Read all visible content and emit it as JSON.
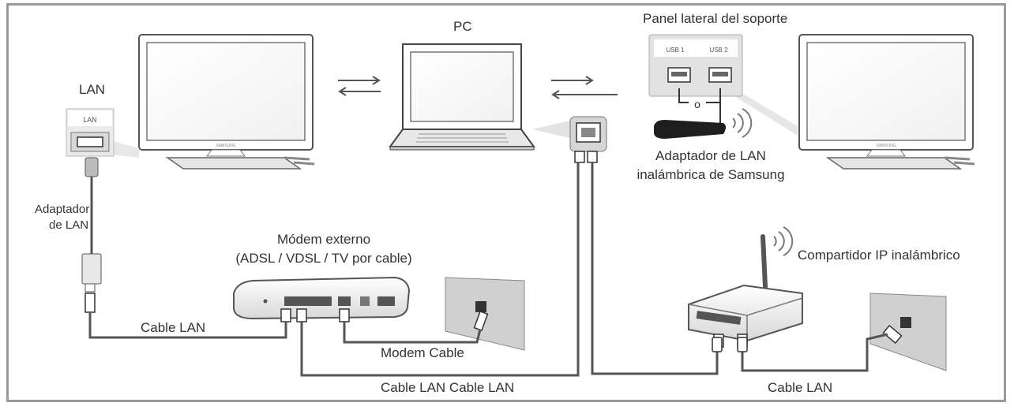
{
  "labels": {
    "pc": "PC",
    "panel": "Panel lateral del soporte",
    "usb1": "USB 1",
    "usb2": "USB 2",
    "or": "o",
    "lan": "LAN",
    "lan_port": "LAN",
    "tv_brand": "SAMSUNG",
    "wireless_adapter_line1": "Adaptador de LAN",
    "wireless_adapter_line2": "inalámbrica de Samsung",
    "lan_adapter_line1": "Adaptador",
    "lan_adapter_line2": "de LAN",
    "modem_line1": "Módem externo",
    "modem_line2": "(ADSL / VDSL / TV por cable)",
    "router": "Compartidor IP inalámbrico",
    "cable_lan_left": "Cable LAN",
    "modem_cable": "Modem Cable",
    "cable_lan_bottom": "Cable LAN Cable LAN",
    "cable_lan_right": "Cable LAN"
  }
}
